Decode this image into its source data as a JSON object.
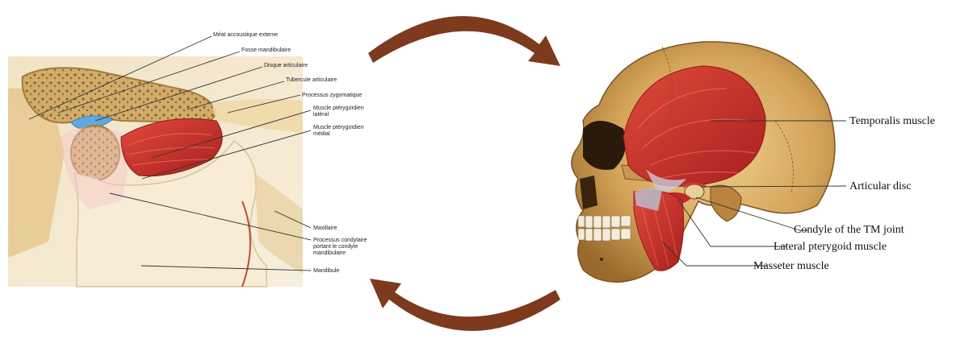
{
  "left_panel": {
    "labels": [
      {
        "id": "meat",
        "text": "Méat accoustique externe"
      },
      {
        "id": "fosse",
        "text": "Fosse mandibulaire"
      },
      {
        "id": "disque",
        "text": "Disque articulaire"
      },
      {
        "id": "tubercule",
        "text": "Tubercule articulaire"
      },
      {
        "id": "zygo",
        "text": "Processus zygomatique"
      },
      {
        "id": "ptlat",
        "lines": [
          "Muscle ptérygoïdien",
          "latéral"
        ]
      },
      {
        "id": "ptmed",
        "lines": [
          "Muscle ptérygoïdien",
          "médial"
        ]
      },
      {
        "id": "maxillaire",
        "text": "Maxillaire"
      },
      {
        "id": "condylaire",
        "lines": [
          "Processus condylaire",
          "portant le condyle",
          "mandibulaire"
        ]
      },
      {
        "id": "mandibule",
        "text": "Mandibule"
      }
    ]
  },
  "right_panel": {
    "labels": [
      {
        "id": "temporalis",
        "text": "Temporalis muscle"
      },
      {
        "id": "disc",
        "text": "Articular disc"
      },
      {
        "id": "condyle",
        "text": "Condyle of the TM joint"
      },
      {
        "id": "lateral",
        "text": "Lateral pterygoid muscle"
      },
      {
        "id": "masseter",
        "text": "Masseter muscle"
      }
    ]
  },
  "colors": {
    "arrow": "#7d3a1c",
    "bone": "#e2c48e",
    "muscle": "#c62d2a",
    "skull": "#d8ac63",
    "background_left": "#f4ead3"
  }
}
